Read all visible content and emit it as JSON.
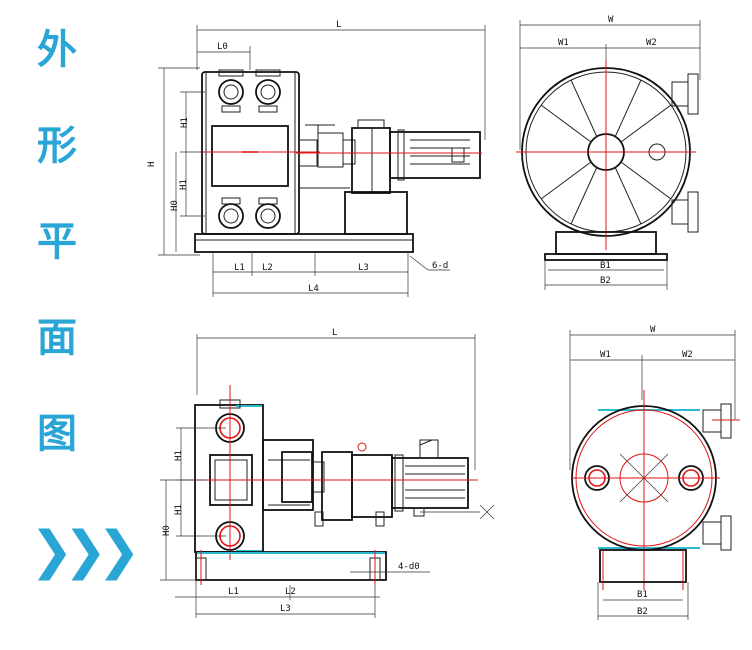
{
  "title_chars": [
    "外",
    "形",
    "平",
    "面",
    "图"
  ],
  "arrows": "❯❯❯",
  "colors": {
    "accent": "#2aa6d6",
    "centerline": "#e01515",
    "highlight": "#2bbad0"
  },
  "top_front": {
    "L": "L",
    "L0": "L0",
    "H": "H",
    "H1": "H1",
    "H0": "H0",
    "L1": "L1",
    "L2": "L2",
    "L3": "L3",
    "L4": "L4",
    "holes": "6-d"
  },
  "top_side": {
    "W": "W",
    "W1": "W1",
    "W2": "W2",
    "B1": "B1",
    "B2": "B2"
  },
  "bottom_front": {
    "L": "L",
    "H1": "H1",
    "H0": "H0",
    "L1": "L1",
    "L2": "L2",
    "L3": "L3",
    "holes": "4-d0"
  },
  "bottom_side": {
    "W": "W",
    "W1": "W1",
    "W2": "W2",
    "B1": "B1",
    "B2": "B2"
  }
}
